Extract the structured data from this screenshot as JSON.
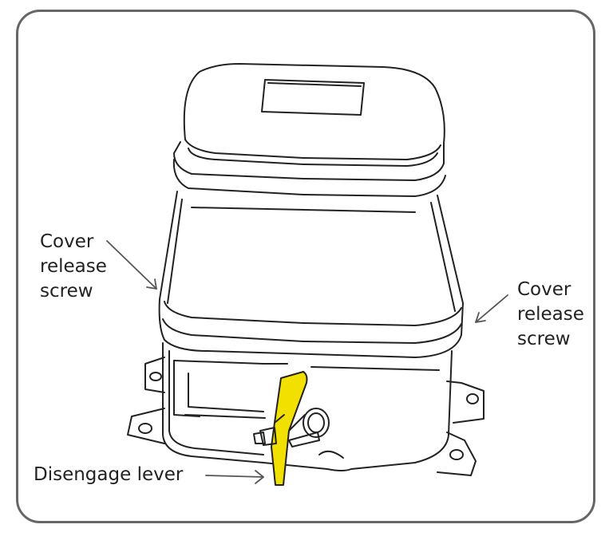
{
  "labels": {
    "cover_left": [
      "Cover",
      "release",
      "screw"
    ],
    "cover_right": [
      "Cover",
      "release",
      "screw"
    ],
    "lever": "Disengage lever"
  },
  "colors": {
    "line": "#222222",
    "frame": "#666666",
    "lever": "#f2e100"
  }
}
